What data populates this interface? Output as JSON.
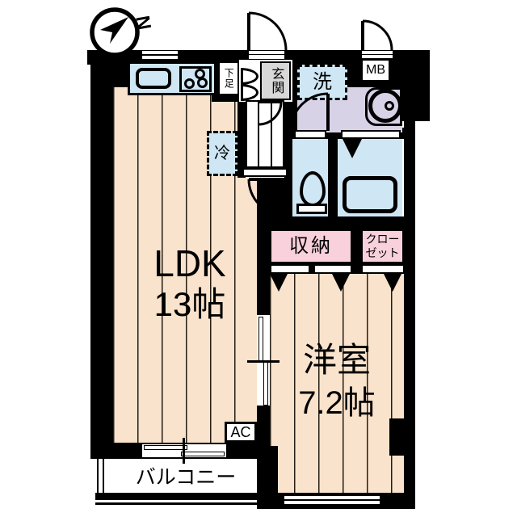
{
  "colors": {
    "wall": "#000000",
    "floor": "#fae3cc",
    "floorline": "#241e16",
    "blue": "#cfe7f5",
    "lavender": "#d7d2e6",
    "pink": "#f8d1dd",
    "gray": "#d8d8d8",
    "white": "#ffffff"
  },
  "compass": {
    "label": "N"
  },
  "rooms": {
    "ldk": {
      "label": "LDK",
      "size": "13帖"
    },
    "western": {
      "label": "洋室",
      "size": "7.2帖"
    },
    "balcony": {
      "label": "バルコニー"
    }
  },
  "fixtures": {
    "entrance": {
      "label": "玄関"
    },
    "shoe_cabinet": {
      "label": "下足"
    },
    "washer": {
      "label": "洗"
    },
    "meter_box": {
      "label": "MB"
    },
    "refrigerator": {
      "label": "冷"
    },
    "storage": {
      "label": "収納"
    },
    "closet": {
      "label": "クローゼット"
    },
    "air_conditioner": {
      "label": "AC"
    }
  }
}
